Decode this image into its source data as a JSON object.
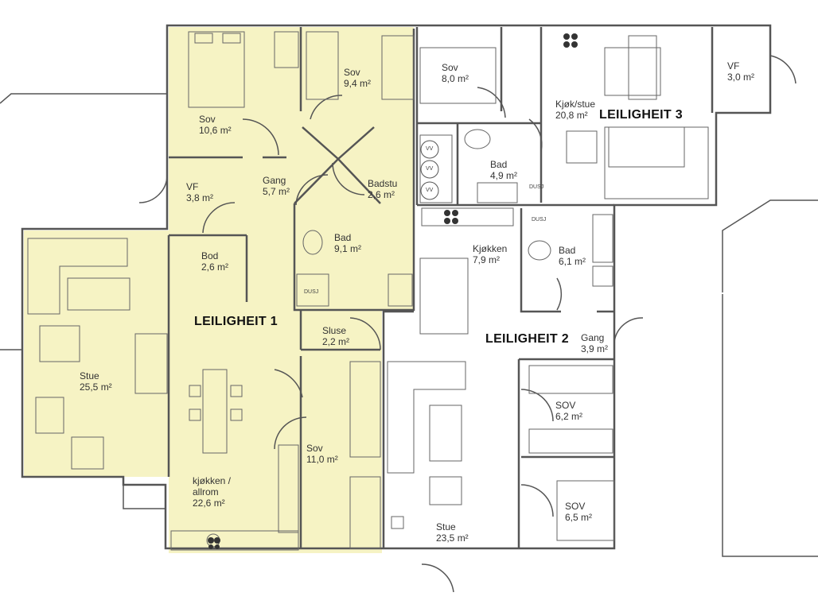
{
  "apartments": {
    "a1": "LEILIGHEIT 1",
    "a2": "LEILIGHEIT 2",
    "a3": "LEILIGHEIT 3"
  },
  "rooms": {
    "a1_sov1": {
      "name": "Sov",
      "area": "10,6 m²"
    },
    "a1_sov2": {
      "name": "Sov",
      "area": "9,4 m²"
    },
    "a1_vf": {
      "name": "VF",
      "area": "3,8 m²"
    },
    "a1_gang": {
      "name": "Gang",
      "area": "5,7 m²"
    },
    "a1_badstu": {
      "name": "Badstu",
      "area": "2,6 m²"
    },
    "a1_bad": {
      "name": "Bad",
      "area": "9,1 m²"
    },
    "a1_bod": {
      "name": "Bod",
      "area": "2,6 m²"
    },
    "a1_stue": {
      "name": "Stue",
      "area": "25,5 m²"
    },
    "a1_sluse": {
      "name": "Sluse",
      "area": "2,2 m²"
    },
    "a1_sov3": {
      "name": "Sov",
      "area": "11,0 m²"
    },
    "a1_kjokken": {
      "name": "kjøkken /",
      "name2": "allrom",
      "area": "22,6 m²"
    },
    "a3_sov": {
      "name": "Sov",
      "area": "8,0 m²"
    },
    "a3_kjok": {
      "name": "Kjøk/stue",
      "area": "20,8 m²"
    },
    "a3_vf": {
      "name": "VF",
      "area": "3,0 m²"
    },
    "a3_bad": {
      "name": "Bad",
      "area": "4,9 m²"
    },
    "a2_kjokken": {
      "name": "Kjøkken",
      "area": "7,9 m²"
    },
    "a2_bad": {
      "name": "Bad",
      "area": "6,1 m²"
    },
    "a2_gang": {
      "name": "Gang",
      "area": "3,9 m²"
    },
    "a2_sov1": {
      "name": "SOV",
      "area": "6,2 m²"
    },
    "a2_sov2": {
      "name": "SOV",
      "area": "6,5 m²"
    },
    "a2_stue": {
      "name": "Stue",
      "area": "23,5 m²"
    }
  },
  "fixtures": {
    "dusj": "DUSJ",
    "vv": "VV"
  },
  "colors": {
    "highlight": "#f6f3c4",
    "wall": "#555555"
  }
}
